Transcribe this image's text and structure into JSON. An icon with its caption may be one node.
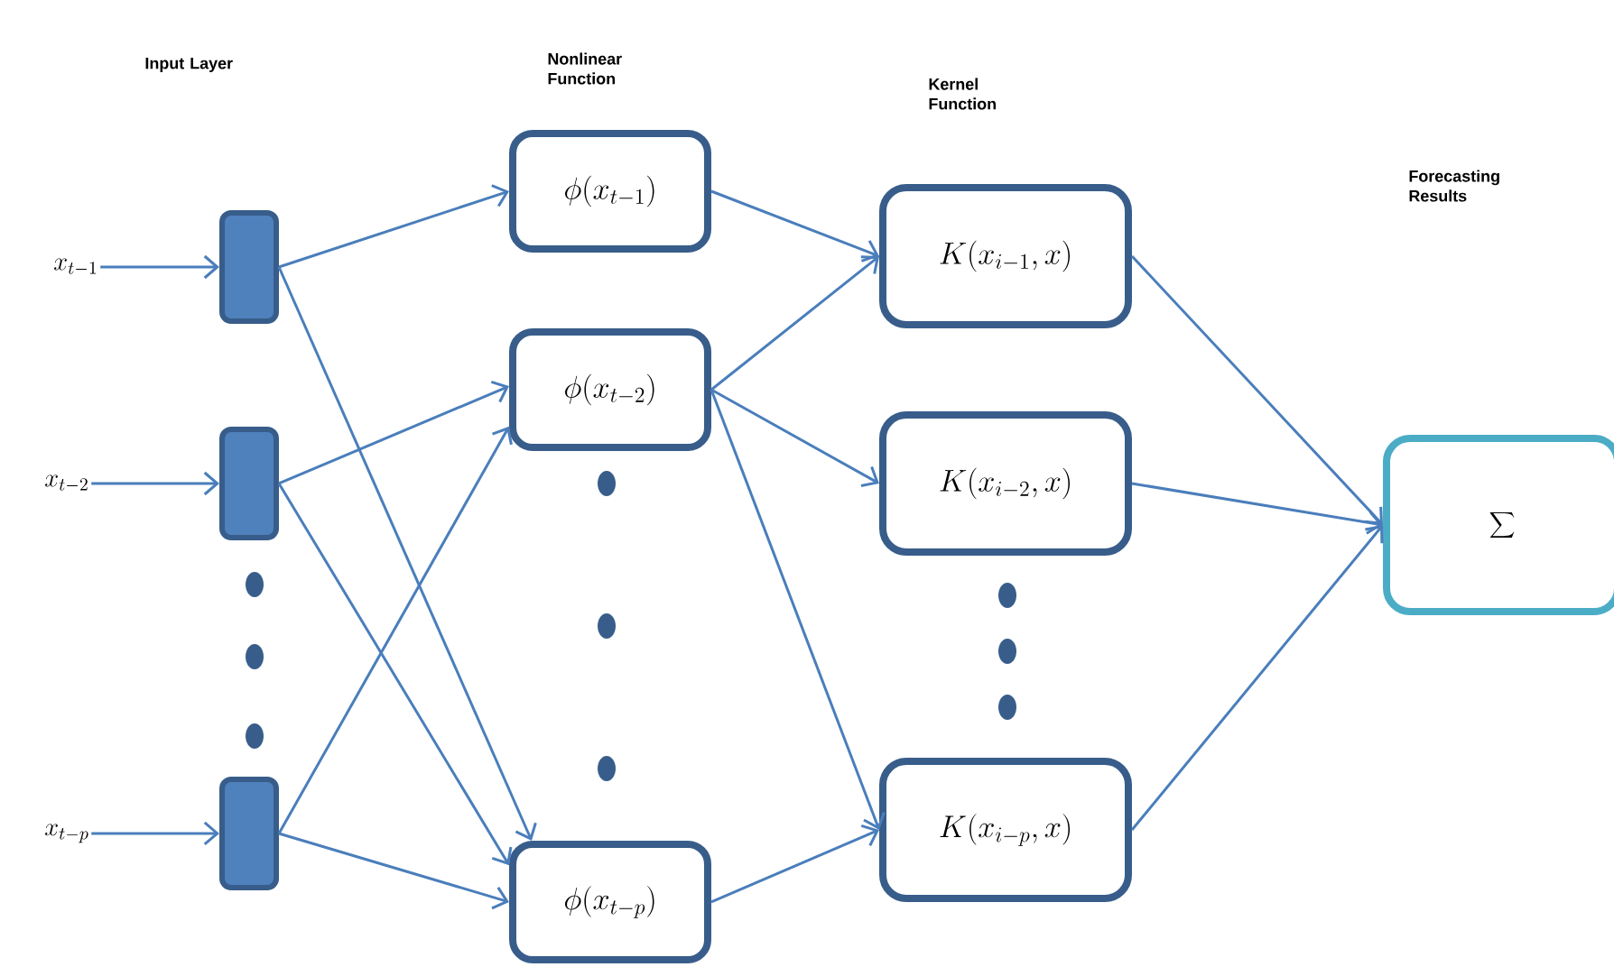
{
  "diagram": {
    "nodes": [
      {
        "text": [
          "x_{t-1}"
        ]
      },
      {
        "text": [
          "x_{t-2}"
        ]
      },
      {
        "text": [
          "x_{t-p}"
        ]
      },
      {
        "text": [],
        "shape": "box"
      },
      {
        "text": [],
        "shape": "box"
      },
      {
        "text": [],
        "shape": "box"
      },
      {
        "text": [
          "\\phi(x_{t-1})"
        ]
      },
      {
        "text": [
          "\\phi(x_{t-2})"
        ]
      },
      {
        "text": [
          "\\phi(x_{t-p})"
        ]
      },
      {
        "text": [
          "K(x_{i-1},x)"
        ]
      },
      {
        "text": [
          "K(x_{i-2},x)"
        ]
      },
      {
        "text": [
          "K(x_{i-p},x)"
        ]
      },
      {
        "text": [
          "\\sum"
        ]
      }
    ],
    "edges": [
      {
        "from": 0,
        "to": 3,
        "arrow": "to"
      },
      {
        "from": 1,
        "to": 4,
        "arrow": "to"
      },
      {
        "from": 2,
        "to": 5,
        "arrow": "to"
      },
      {
        "from": 3,
        "to": 6,
        "arrow": "to"
      },
      {
        "from": 3,
        "to": 8,
        "arrow": "to"
      },
      {
        "from": 4,
        "to": 7,
        "arrow": "to"
      },
      {
        "from": 4,
        "to": 8,
        "arrow": "to"
      },
      {
        "from": 5,
        "to": 7,
        "arrow": "to"
      },
      {
        "from": 5,
        "to": 8,
        "arrow": "to"
      },
      {
        "from": 6,
        "to": 9,
        "arrow": "to"
      },
      {
        "from": 7,
        "to": 9,
        "arrow": "to"
      },
      {
        "from": 7,
        "to": 10,
        "arrow": "to"
      },
      {
        "from": 7,
        "to": 11,
        "arrow": "to"
      },
      {
        "from": 8,
        "to": 11,
        "arrow": "to"
      },
      {
        "from": 9,
        "to": 12,
        "arrow": "to"
      },
      {
        "from": 10,
        "to": 12,
        "arrow": "to"
      },
      {
        "from": 11,
        "to": 12,
        "arrow": "to"
      }
    ],
    "labels": [
      "Input Layer",
      "Nonlinear Function",
      "Kernel Function",
      "Forecasting Results"
    ]
  }
}
